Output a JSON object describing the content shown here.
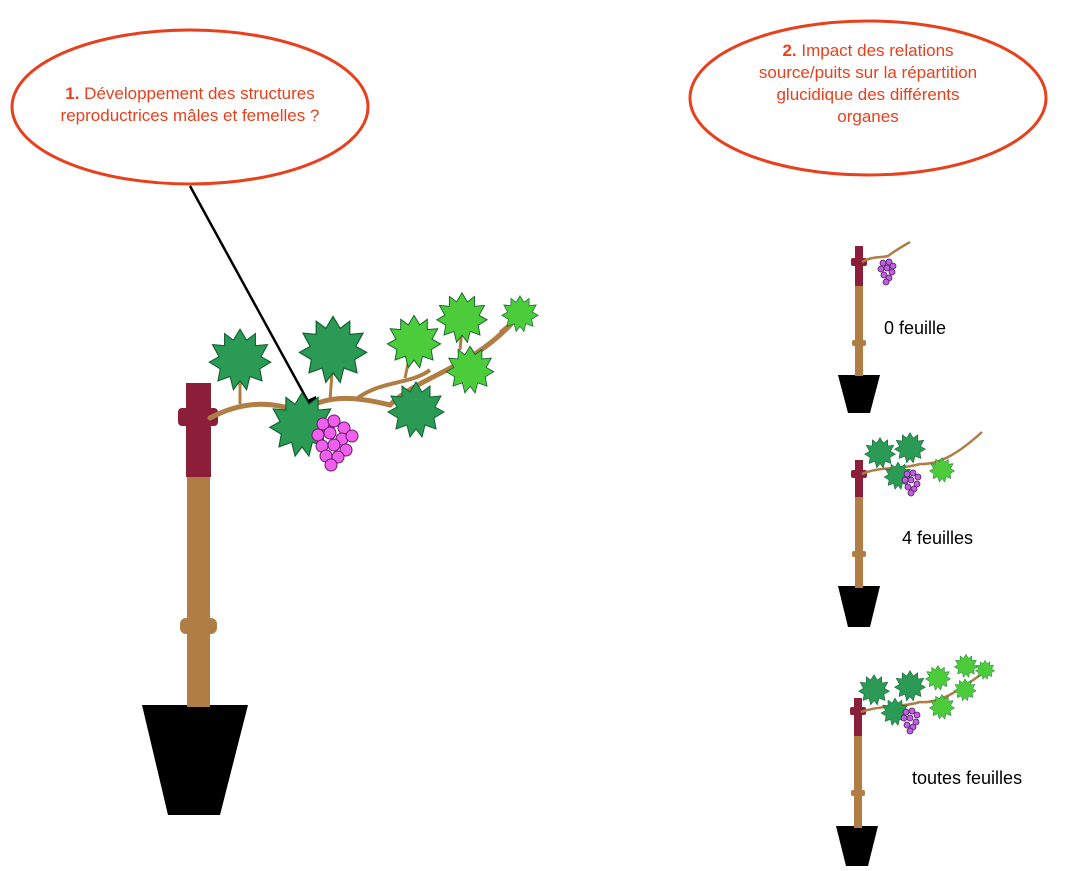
{
  "question_1": {
    "number": "1.",
    "line1": "Développement des structures",
    "line2": "reproductrices mâles et femelles ?"
  },
  "question_2": {
    "number": "2.",
    "line1": "Impact des relations",
    "line2": "source/puits sur la répartition",
    "line3": "glucidique des différents",
    "line4": "organes"
  },
  "treatments": [
    {
      "label": "0 feuille",
      "leaf_count": 0
    },
    {
      "label": "4 feuilles",
      "leaf_count": 4
    },
    {
      "label": "toutes feuilles",
      "leaf_count": 8
    }
  ],
  "colors": {
    "bubble_outline": "#e8401c",
    "text_red": "#e8401c",
    "stem": "#b07d45",
    "trunk_top": "#8b1f3a",
    "pot": "#000000",
    "leaf_dark": "#2a9a55",
    "leaf_light": "#4ccc3a",
    "grape_big": "#f060ee",
    "grape_small": "#c060e0"
  }
}
